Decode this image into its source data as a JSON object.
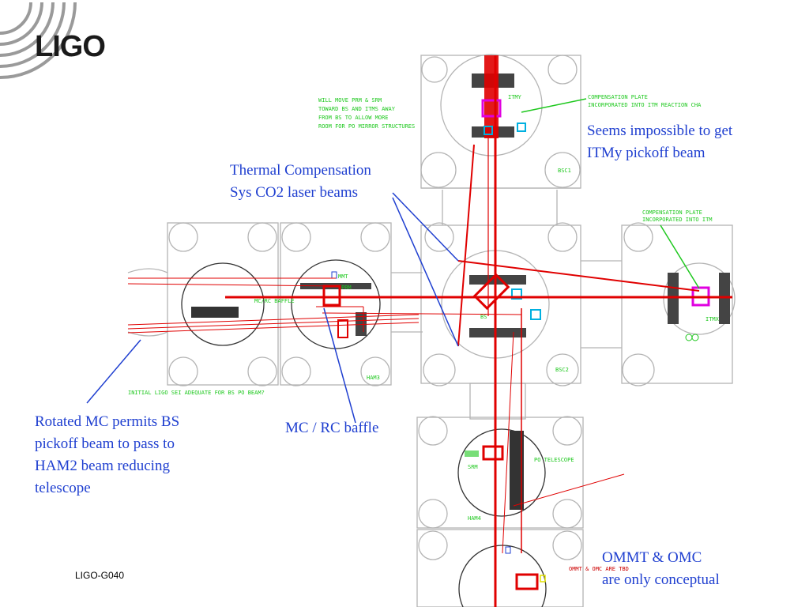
{
  "logo": "LIGO",
  "footer": "LIGO-G040",
  "callouts": {
    "itmy": "Seems impossible to get\nITMy pickoff beam",
    "tcs": "Thermal Compensation\nSys CO2 laser beams",
    "rotated_mc": "Rotated MC permits BS\npickoff beam to pass to\nHAM2 beam reducing\ntelescope",
    "baffle": "MC / RC baffle",
    "ommt_title": "OMMT & OMC",
    "ommt_sub": "are only conceptual"
  },
  "cad_notes": {
    "move": [
      "WILL MOVE PRM & SRM",
      "TOWARD BS AND ITMS AWAY",
      "FROM BS TO ALLOW MORE",
      "ROOM FOR PO MIRROR STRUCTURES"
    ],
    "comp_top": [
      "COMPENSATION PLATE",
      "INCORPORATED INTO ITM REACTION CHA"
    ],
    "comp_right": [
      "COMPENSATION PLATE",
      "INCORPORATED INTO ITM"
    ],
    "sei": "INITIAL LIGO SEI ADEQUATE FOR BS PO BEAM?",
    "omc_tbd": "OMMT & OMC ARE TBD"
  },
  "cad_labels": {
    "itmy": "ITMY",
    "bsc1": "BSC1",
    "itmx": "ITMX",
    "bsc2": "BSC2",
    "bs": "BS",
    "mmt": "MMT",
    "prm": "PRM",
    "mc_rc_baffle": "MC/RC BAFFLE",
    "ham3": "HAM3",
    "ham4": "HAM4",
    "srm": "SRM",
    "telescope": "PO TELESCOPE"
  },
  "colors": {
    "callout": "#1f3fd0",
    "beam": "#e00000",
    "cad_note": "#1ec81e",
    "magenta": "#e000e0",
    "cyan": "#00b0e0",
    "chamber": "#b4b4b4"
  }
}
